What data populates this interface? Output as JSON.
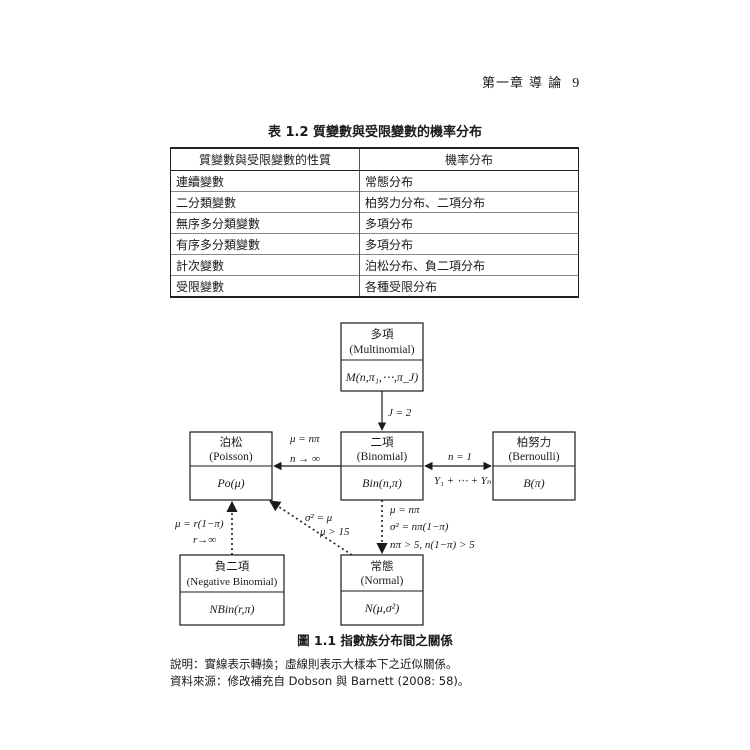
{
  "header": {
    "chapter": "第一章 導 論",
    "page": "9"
  },
  "table": {
    "caption": "表 1.2   質變數與受限變數的機率分布",
    "columns": [
      "質變數與受限變數的性質",
      "機率分布"
    ],
    "rows": [
      [
        "連續變數",
        "常態分布"
      ],
      [
        "二分類變數",
        "柏努力分布、二項分布"
      ],
      [
        "無序多分類變數",
        "多項分布"
      ],
      [
        "有序多分類變數",
        "多項分布"
      ],
      [
        "計次變數",
        "泊松分布、負二項分布"
      ],
      [
        "受限變數",
        "各種受限分布"
      ]
    ]
  },
  "diagram": {
    "multinomial": {
      "zh": "多項",
      "en": "(Multinomial)",
      "formula": "M(n,π₁,⋯,π_J)"
    },
    "binomial": {
      "zh": "二項",
      "en": "(Binomial)",
      "formula": "Bin(n,π)"
    },
    "poisson": {
      "zh": "泊松",
      "en": "(Poisson)",
      "formula": "Po(μ)"
    },
    "bernoulli": {
      "zh": "柏努力",
      "en": "(Bernoulli)",
      "formula": "B(π)"
    },
    "negbin": {
      "zh": "負二項",
      "en": "(Negative Binomial)",
      "formula": "NBin(r,π)"
    },
    "normal": {
      "zh": "常態",
      "en": "(Normal)",
      "formula": "N(μ,σ²)"
    },
    "labels": {
      "j2": "J = 2",
      "mu_npi": "μ = nπ",
      "n_inf": "n → ∞",
      "n1": "n = 1",
      "ysum": "Y₁ + ⋯ + Yₙ",
      "mu_rpi": "μ = r(1−π)",
      "r_inf": "r→∞",
      "sig_mu": "σ² = μ",
      "mu_15": "μ > 15",
      "norm_mu": "μ = nπ",
      "norm_sig": "σ² = nπ(1−π)",
      "norm_cond": "nπ > 5, n(1−π) > 5"
    }
  },
  "figure_caption": "圖 1.1   指數族分布間之關係",
  "notes": {
    "explain": "說明：實線表示轉換；虛線則表示大樣本下之近似關係。",
    "source": "資料來源：修改補充自 Dobson 與 Barnett (2008: 58)。"
  }
}
